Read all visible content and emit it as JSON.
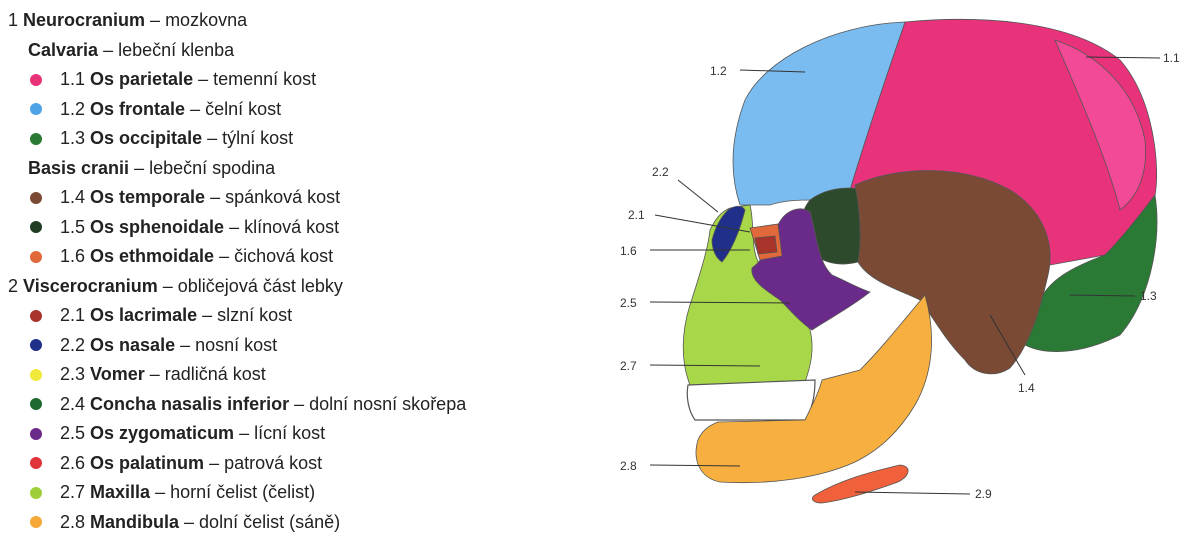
{
  "legend": {
    "neuro": {
      "num": "1",
      "name": "Neurocranium",
      "desc": "mozkovna"
    },
    "calvaria": {
      "name": "Calvaria",
      "desc": "lebeční klenba"
    },
    "calvaria_items": [
      {
        "num": "1.1",
        "name": "Os parietale",
        "desc": "temenní kost",
        "color": "#e8337a"
      },
      {
        "num": "1.2",
        "name": "Os frontale",
        "desc": "čelní kost",
        "color": "#4ca3e8"
      },
      {
        "num": "1.3",
        "name": "Os occipitale",
        "desc": "týlní kost",
        "color": "#2a7a35"
      }
    ],
    "basis": {
      "name": "Basis cranii",
      "desc": "lebeční spodina"
    },
    "basis_items": [
      {
        "num": "1.4",
        "name": "Os temporale",
        "desc": "spánková kost",
        "color": "#7a4a35"
      },
      {
        "num": "1.5",
        "name": "Os sphenoidale",
        "desc": "klínová kost",
        "color": "#1f3d22"
      },
      {
        "num": "1.6",
        "name": "Os ethmoidale",
        "desc": "čichová kost",
        "color": "#e0683a"
      }
    ],
    "viscero": {
      "num": "2",
      "name": "Viscerocranium",
      "desc": "obličejová část lebky"
    },
    "viscero_items": [
      {
        "num": "2.1",
        "name": "Os lacrimale",
        "desc": "slzní kost",
        "color": "#a8332a"
      },
      {
        "num": "2.2",
        "name": "Os nasale",
        "desc": "nosní kost",
        "color": "#1f2f8a"
      },
      {
        "num": "2.3",
        "name": "Vomer",
        "desc": "radličná kost",
        "color": "#f0e83a"
      },
      {
        "num": "2.4",
        "name": "Concha nasalis inferior",
        "desc": "dolní nosní skořepa",
        "color": "#1f6a30"
      },
      {
        "num": "2.5",
        "name": "Os zygomaticum",
        "desc": "lícní kost",
        "color": "#6a2a8a"
      },
      {
        "num": "2.6",
        "name": "Os palatinum",
        "desc": "patrová kost",
        "color": "#e0333a"
      },
      {
        "num": "2.7",
        "name": "Maxilla",
        "desc": "horní čelist (čelist)",
        "color": "#9ecf3a"
      },
      {
        "num": "2.8",
        "name": "Mandibula",
        "desc": "dolní čelist (sáně)",
        "color": "#f5a838"
      }
    ]
  },
  "callouts": [
    "1.1",
    "1.2",
    "1.3",
    "1.4",
    "1.6",
    "2.1",
    "2.2",
    "2.5",
    "2.7",
    "2.8",
    "2.9"
  ],
  "colors": {
    "parietale": "#e8337a",
    "frontale": "#7bbcf0",
    "occipitale": "#2a7a35",
    "temporale": "#7a4a35",
    "sphenoidale": "#2d4a2d",
    "maxilla": "#a8d84a",
    "mandibula": "#f7b03f",
    "zygomaticum": "#6a2a8a",
    "hyoid": "#f0603a"
  }
}
